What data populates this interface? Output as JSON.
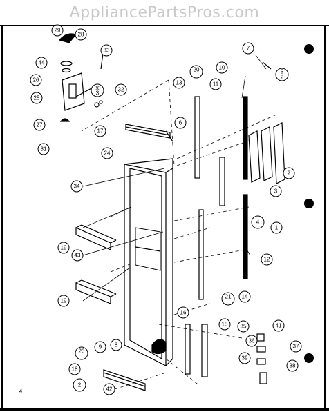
{
  "watermark": "AppliancePartsPros.com",
  "page_marker": "4",
  "callouts": {
    "c29": "29",
    "c28": "28",
    "c33": "33",
    "c44": "44",
    "c26": "26",
    "c25": "25",
    "c27": "27",
    "c30": "30",
    "c30b": "3",
    "c32": "32",
    "c31": "31",
    "c17": "17",
    "c24": "24",
    "c6": "6",
    "c7": "7",
    "c20": "20",
    "c13": "13",
    "c11": "11",
    "c10": "10",
    "c5": "5",
    "c2": "2",
    "c3": "3",
    "c4": "4",
    "c1": "1",
    "c34": "34",
    "c19a": "19",
    "c43": "43",
    "c19b": "19",
    "c12": "12",
    "c14": "14",
    "c21": "21",
    "c16": "16",
    "c15": "15",
    "c35": "35",
    "c41": "41",
    "c36": "36",
    "c37": "37",
    "c39": "39",
    "c38": "38",
    "c9": "9",
    "c8": "8",
    "c23": "23",
    "c18": "18",
    "c22": "2",
    "c42": "42"
  }
}
